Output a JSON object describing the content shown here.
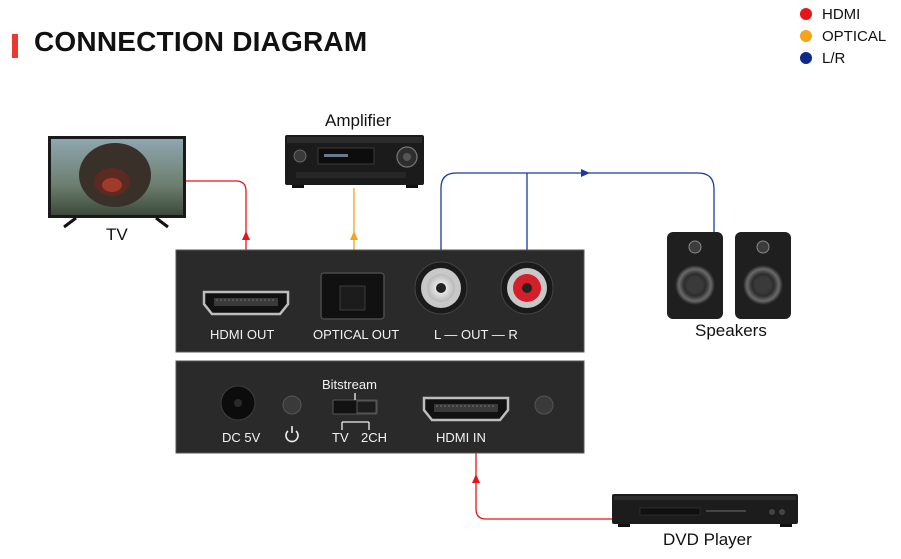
{
  "title": "CONNECTION DIAGRAM",
  "legend": [
    {
      "label": "HDMI",
      "color": "#e8141a"
    },
    {
      "label": "OPTICAL",
      "color": "#f5a417"
    },
    {
      "label": "L/R",
      "color": "#0d2a8a"
    }
  ],
  "devices": {
    "tv": "TV",
    "amplifier": "Amplifier",
    "speakers": "Speakers",
    "dvd_player": "DVD Player"
  },
  "top_panel": {
    "hdmi_out": "HDMI OUT",
    "optical_out": "OPTICAL OUT",
    "audio_out": "L — OUT — R"
  },
  "bottom_panel": {
    "dc": "DC 5V",
    "bitstream": "Bitstream",
    "tv": "TV",
    "ch2": "2CH",
    "hdmi_in": "HDMI IN"
  },
  "colors": {
    "panel": "#2a2a2b",
    "panel_edge": "#555555"
  }
}
